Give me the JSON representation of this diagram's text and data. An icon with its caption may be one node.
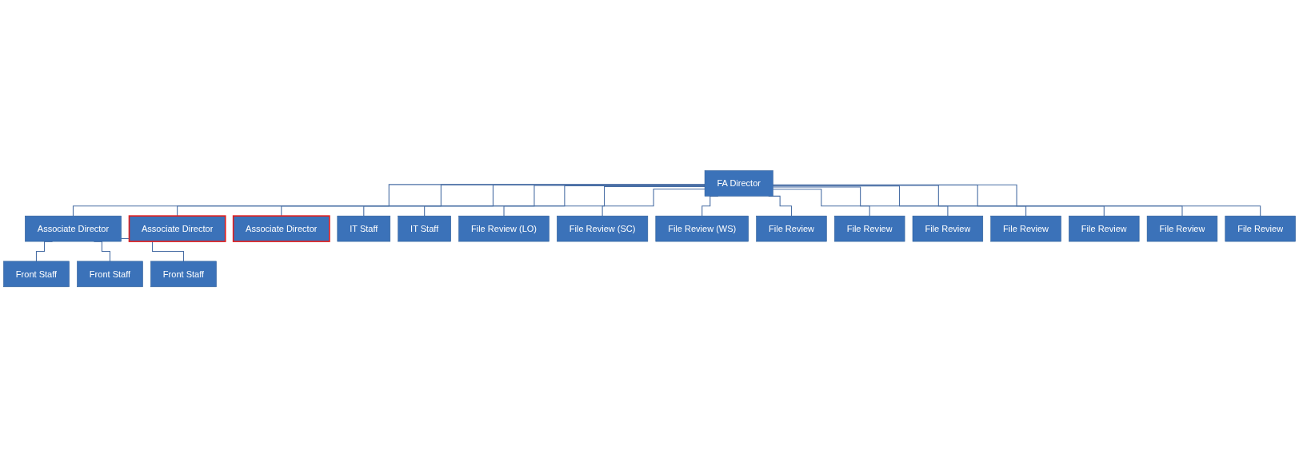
{
  "diagram": {
    "nodes": [
      {
        "text": [
          "FA Director"
        ]
      },
      {
        "text": [
          "Associate Director"
        ]
      },
      {
        "text": [
          "Associate Director"
        ]
      },
      {
        "text": [
          "Associate Director"
        ]
      },
      {
        "text": [
          "IT Staff"
        ]
      },
      {
        "text": [
          "IT Staff"
        ]
      },
      {
        "text": [
          "Front Staff"
        ]
      },
      {
        "text": [
          "Front Staff"
        ]
      },
      {
        "text": [
          "Front Staff"
        ]
      },
      {
        "text": [
          "File Review (LO)"
        ]
      },
      {
        "text": [
          "File Review (SC)"
        ]
      },
      {
        "text": [
          "File Review (WS)"
        ]
      },
      {
        "text": [
          "File Review"
        ]
      },
      {
        "text": [
          "File Review"
        ]
      },
      {
        "text": [
          "File Review"
        ]
      },
      {
        "text": [
          "File Review"
        ]
      },
      {
        "text": [
          "File Review"
        ]
      },
      {
        "text": [
          "File Review"
        ]
      },
      {
        "text": [
          "File Review"
        ]
      }
    ],
    "edges": [
      {
        "from": 0,
        "to": 1,
        "arrow": "none"
      },
      {
        "from": 0,
        "to": 2,
        "arrow": "none"
      },
      {
        "from": 0,
        "to": 3,
        "arrow": "none"
      },
      {
        "from": 0,
        "to": 4,
        "arrow": "none"
      },
      {
        "from": 0,
        "to": 5,
        "arrow": "none"
      },
      {
        "from": 1,
        "to": 6,
        "arrow": "none"
      },
      {
        "from": 1,
        "to": 7,
        "arrow": "none"
      },
      {
        "from": 1,
        "to": 8,
        "arrow": "none"
      },
      {
        "from": 0,
        "to": 9,
        "arrow": "none"
      },
      {
        "from": 0,
        "to": 10,
        "arrow": "none"
      },
      {
        "from": 0,
        "to": 11,
        "arrow": "none"
      },
      {
        "from": 0,
        "to": 12,
        "arrow": "none"
      },
      {
        "from": 0,
        "to": 13,
        "arrow": "none"
      },
      {
        "from": 0,
        "to": 14,
        "arrow": "none"
      },
      {
        "from": 0,
        "to": 15,
        "arrow": "none"
      },
      {
        "from": 0,
        "to": 16,
        "arrow": "none"
      },
      {
        "from": 0,
        "to": 17,
        "arrow": "none"
      },
      {
        "from": 0,
        "to": 18,
        "arrow": "none"
      }
    ]
  }
}
